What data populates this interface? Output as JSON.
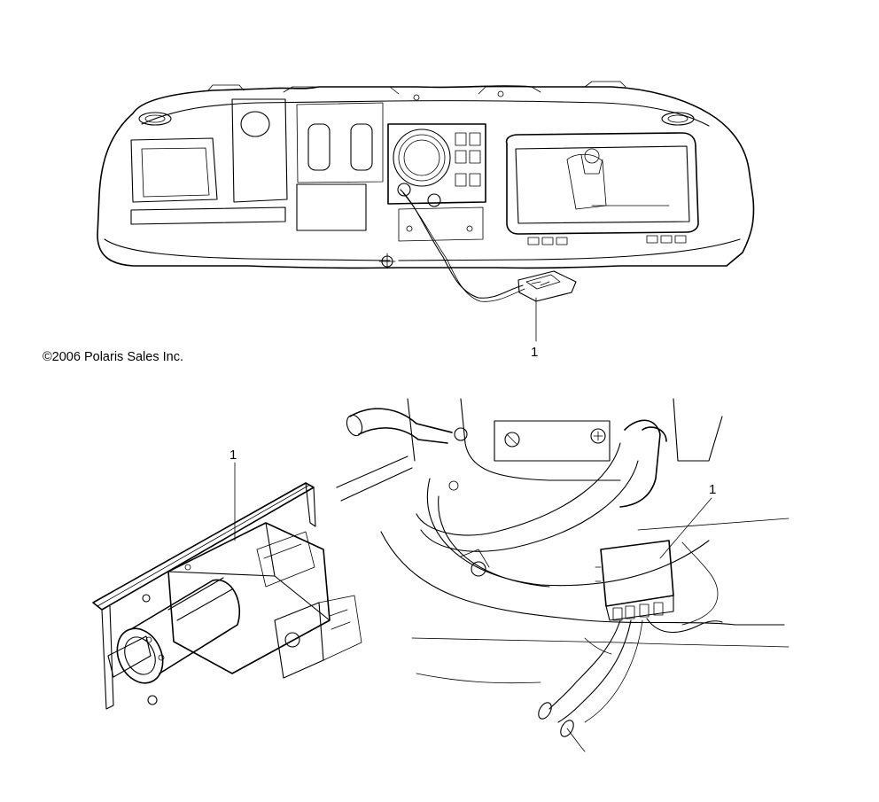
{
  "copyright": "©2006 Polaris Sales Inc.",
  "callouts": [
    {
      "id": "dash-callout",
      "label": "1"
    },
    {
      "id": "relay-assembly-callout",
      "label": "1"
    },
    {
      "id": "wiring-relay-callout",
      "label": "1"
    }
  ],
  "icons": [
    "dashboard-illustration",
    "relay-assembly-illustration",
    "wiring-harness-illustration"
  ]
}
